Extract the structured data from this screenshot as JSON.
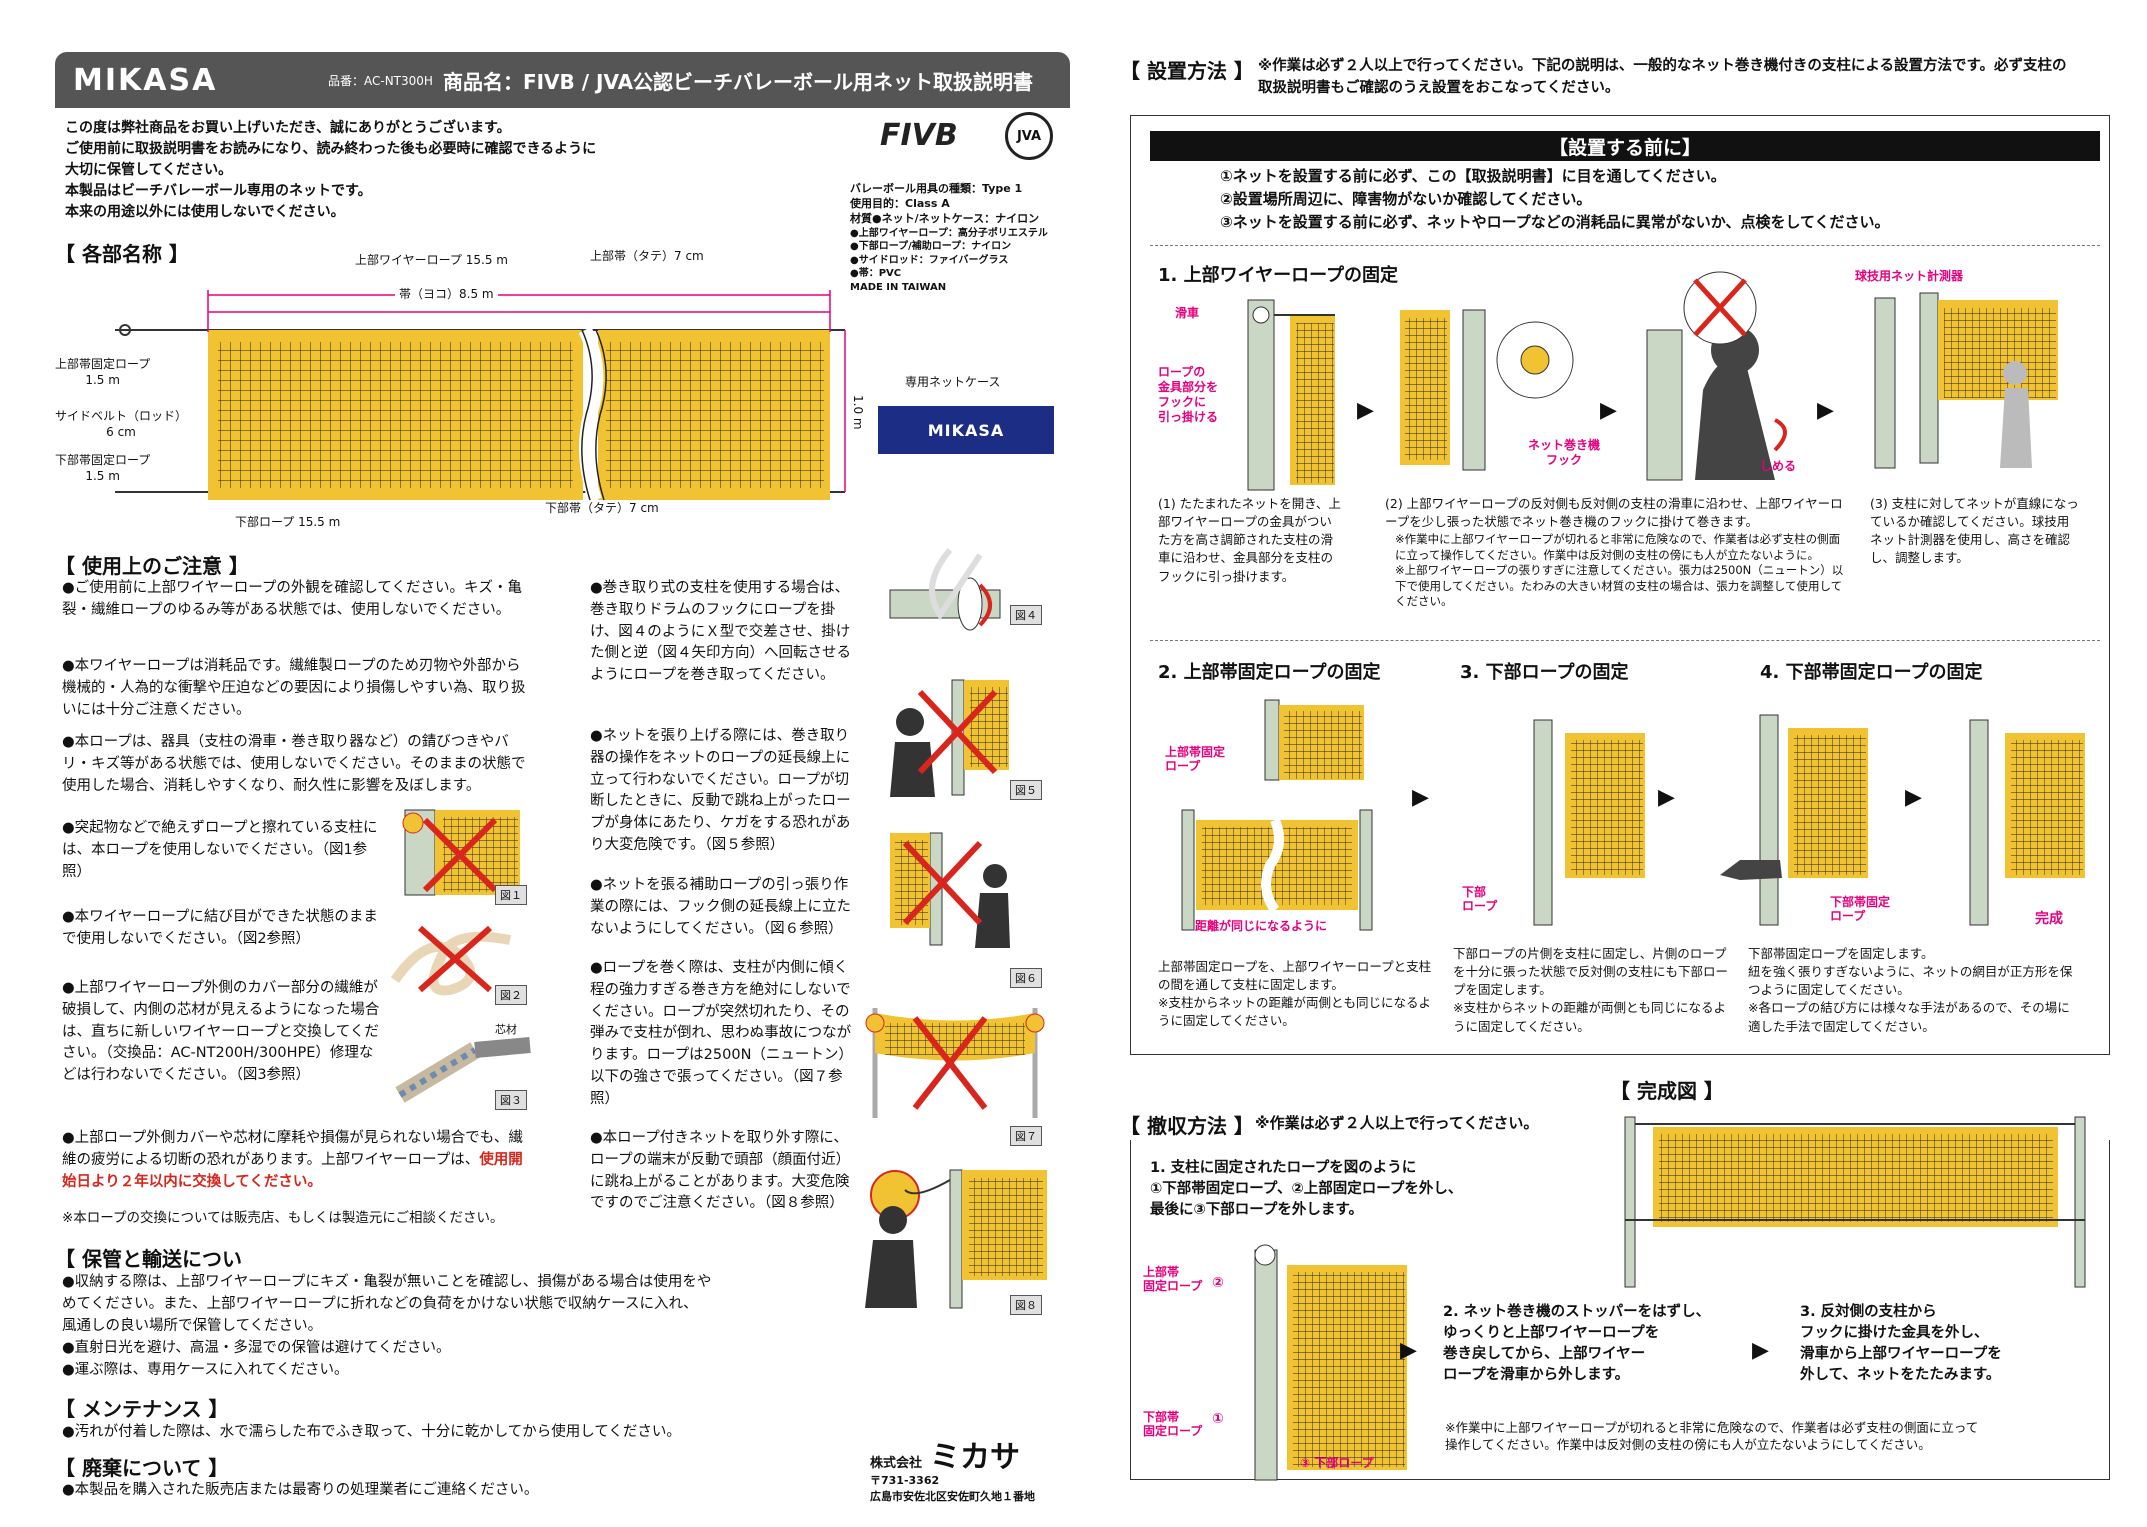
{
  "header": {
    "brand": "MIKASA",
    "model": "品番：AC-NT300H",
    "title": "商品名：FIVB / JVA公認ビーチバレーボール用ネット取扱説明書"
  },
  "intro": "この度は弊社商品をお買い上げいただき、誠にありがとうございます。\nご使用前に取扱説明書をお読みになり、読み終わった後も必要時に確認できるように\n大切に保管してください。\n本製品はビーチバレーボール専用のネットです。\n本来の用途以外には使用しないでください。",
  "logos": {
    "fivb": "FIVB",
    "jva": "JVA"
  },
  "spec": {
    "type": "バレーボール用具の種類：Type 1",
    "class": "使用目的：Class A",
    "material": "材質●ネット/ネットケース：ナイロン",
    "m1": "●上部ワイヤーロープ：高分子ポリエステル",
    "m2": "●下部ロープ/補助ロープ：ナイロン",
    "m3": "●サイドロッド：ファイバーグラス",
    "m4": "●帯：PVC",
    "origin": "MADE IN TAIWAN"
  },
  "parts": {
    "heading": "【 各部名称 】",
    "wire_top": "上部ワイヤーロープ 15.5 m",
    "band_v_top": "上部帯（タテ）7 cm",
    "band_h": "帯（ヨコ）8.5 m",
    "top_band_rope": "上部帯固定ロープ\n1.5 m",
    "side_belt": "サイドベルト（ロッド）\n6 cm",
    "bottom_band_rope": "下部帯固定ロープ\n1.5 m",
    "height": "1.0 m",
    "bottom_rope": "下部ロープ 15.5 m",
    "band_v_bottom": "下部帯（タテ）7 cm",
    "case_label": "専用ネットケース",
    "case_brand": "MIKASA"
  },
  "usage": {
    "heading": "【 使用上のご注意 】",
    "left": [
      "●ご使用前に上部ワイヤーロープの外観を確認してください。キズ・亀裂・繊維ロープのゆるみ等がある状態では、使用しないでください。",
      "●本ワイヤーロープは消耗品です。繊維製ロープのため刃物や外部から機械的・人為的な衝撃や圧迫などの要因により損傷しやすい為、取り扱いには十分ご注意ください。",
      "●本ロープは、器具（支柱の滑車・巻き取り器など）の錆びつきやバリ・キズ等がある状態では、使用しないでください。そのままの状態で使用した場合、消耗しやすくなり、耐久性に影響を及ぼします。",
      "●突起物などで絶えずロープと擦れている支柱には、本ロープを使用しないでください。（図1参照）",
      "●本ワイヤーロープに結び目ができた状態のままで使用しないでください。（図2参照）",
      "●上部ワイヤーロープ外側のカバー部分の繊維が破損して、内側の芯材が見えるようになった場合は、直ちに新しいワイヤーロープと交換してください。（交換品：AC-NT200H/300HPE）修理などは行わないでください。（図3参照）"
    ],
    "core": "芯材",
    "left_last": "●上部ロープ外側カバーや芯材に摩耗や損傷が見られない場合でも、繊維の疲労による切断の恐れがあります。上部ワイヤーロープは、",
    "left_last_red": "使用開始日より２年以内に交換してください。",
    "note": "※本ロープの交換については販売店、もしくは製造元にご相談ください。",
    "right": [
      "●巻き取り式の支柱を使用する場合は、巻き取りドラムのフックにロープを掛け、図４のようにＸ型で交差させ、掛けた側と逆（図４矢印方向）へ回転させるようにロープを巻き取ってください。",
      "●ネットを張り上げる際には、巻き取り器の操作をネットのロープの延長線上に立って行わないでください。ロープが切断したときに、反動で跳ね上がったロープが身体にあたり、ケガをする恐れがあり大変危険です。（図５参照）",
      "●ネットを張る補助ロープの引っ張り作業の際には、フック側の延長線上に立たないようにしてください。（図６参照）",
      "●ロープを巻く際は、支柱が内側に傾く程の強力すぎる巻き方を絶対にしないでください。ロープが突然切れたり、その弾みで支柱が倒れ、思わぬ事故につながります。ロープは2500N（ニュートン）以下の強さで張ってください。（図７参照）",
      "●本ロープ付きネットを取り外す際に、ロープの端末が反動で頭部（顔面付近）に跳ね上がることがあります。大変危険ですのでご注意ください。（図８参照）"
    ],
    "figs": [
      "図１",
      "図２",
      "図３",
      "図４",
      "図５",
      "図６",
      "図７",
      "図８"
    ]
  },
  "storage": {
    "heading": "【 保管と輸送につい",
    "items": [
      "●収納する際は、上部ワイヤーロープにキズ・亀裂が無いことを確認し、損傷がある場合は使用をやめてください。また、上部ワイヤーロープに折れなどの負荷をかけない状態で収納ケースに入れ、風通しの良い場所で保管してください。",
      "●直射日光を避け、高温・多湿での保管は避けてください。",
      "●運ぶ際は、専用ケースに入れてください。"
    ]
  },
  "maintenance": {
    "heading": "【 メンテナンス 】",
    "text": "●汚れが付着した際は、水で濡らした布でふき取って、十分に乾かしてから使用してください。"
  },
  "disposal": {
    "heading": "【 廃棄について 】",
    "text": "●本製品を購入された販売店または最寄りの処理業者にご連絡ください。"
  },
  "company": {
    "name_prefix": "株式会社",
    "name": "ミカサ",
    "zip": "〒731-3362",
    "address": "広島市安佐北区安佐町久地１番地"
  },
  "install": {
    "heading": "【 設置方法 】",
    "note": "※作業は必ず２人以上で行ってください。下記の説明は、一般的なネット巻き機付きの支柱による設置方法です。必ず支柱の取扱説明書もご確認のうえ設置をおこなってください。",
    "before_heading": "【設置する前に】",
    "before": [
      "①ネットを設置する前に必ず、この【取扱説明書】に目を通してください。",
      "②設置場所周辺に、障害物がないか確認してください。",
      "③ネットを設置する前に必ず、ネットやロープなどの消耗品に異常がないか、点検をしてください。"
    ],
    "step1_title": "1. 上部ワイヤーロープの固定",
    "pulley": "滑車",
    "hook_label": "ロープの\n金具部分を\nフックに\n引っ掛ける",
    "winder_hook": "ネット巻き機\nフック",
    "tighten": "しめる",
    "gauge": "球技用ネット計測器",
    "s1_1": "(1) たたまれたネットを開き、上部ワイヤーロープの金具がついた方を高さ調節された支柱の滑車に沿わせ、金具部分を支柱のフックに引っ掛けます。",
    "s1_2": "(2) 上部ワイヤーロープの反対側も反対側の支柱の滑車に沿わせ、上部ワイヤーロープを少し張った状態でネット巻き機のフックに掛けて巻きます。",
    "s1_2n": "※作業中に上部ワイヤーロープが切れると非常に危険なので、作業者は必ず支柱の側面に立って操作してください。作業中は反対側の支柱の傍にも人が立たないように。\n※上部ワイヤーロープの張りすぎに注意してください。張力は2500N（ニュートン）以下で使用してください。たわみの大きい材質の支柱の場合は、張力を調整して使用してください。",
    "s1_3": "(3) 支柱に対してネットが直線になっているか確認してください。球技用ネット計測器を使用し、高さを確認し、調整します。",
    "step2_title": "2. 上部帯固定ロープの固定",
    "step2_label": "上部帯固定\nロープ",
    "same_dist": "距離が同じになるように",
    "s2": "上部帯固定ロープを、上部ワイヤーロープと支柱の間を通して支柱に固定します。\n※支柱からネットの距離が両側とも同じになるように固定してください。",
    "step3_title": "3. 下部ロープの固定",
    "step3_label": "下部\nロープ",
    "s3": "下部ロープの片側を支柱に固定し、片側のロープを十分に張った状態で反対側の支柱にも下部ロープを固定します。\n※支柱からネットの距離が両側とも同じになるように固定してください。",
    "step4_title": "4. 下部帯固定ロープの固定",
    "step4_label": "下部帯固定\nロープ",
    "complete": "完成",
    "s4": "下部帯固定ロープを固定します。\n紐を強く張りすぎないように、ネットの網目が正方形を保つように固定してください。\n※各ロープの結び方には様々な手法があるので、その場に適した手法で固定してください。",
    "final_heading": "【 完成図 】"
  },
  "removal": {
    "heading": "【 撤収方法 】",
    "note": "※作業は必ず２人以上で行ってください。",
    "step1": "1. 支柱に固定されたロープを図のように\n   ①下部帯固定ロープ、②上部固定ロープを外し、\n   最後に③下部ロープを外します。",
    "lbl_top": "上部帯\n固定ロープ",
    "lbl_bottom": "下部帯\n固定ロープ",
    "lbl_rope": "③ 下部ロープ",
    "c1": "①",
    "c2": "②",
    "step2": "2. ネット巻き機のストッパーをはずし、\n   ゆっくりと上部ワイヤーロープを\n   巻き戻してから、上部ワイヤー\n   ロープを滑車から外します。",
    "step3": "3. 反対側の支柱から\n   フックに掛けた金具を外し、\n   滑車から上部ワイヤーロープを\n   外して、ネットをたたみます。",
    "warn": "※作業中に上部ワイヤーロープが切れると非常に危険なので、作業者は必ず支柱の側面に立って\n  操作してください。作業中は反対側の支柱の傍にも人が立たないようにしてください。"
  }
}
